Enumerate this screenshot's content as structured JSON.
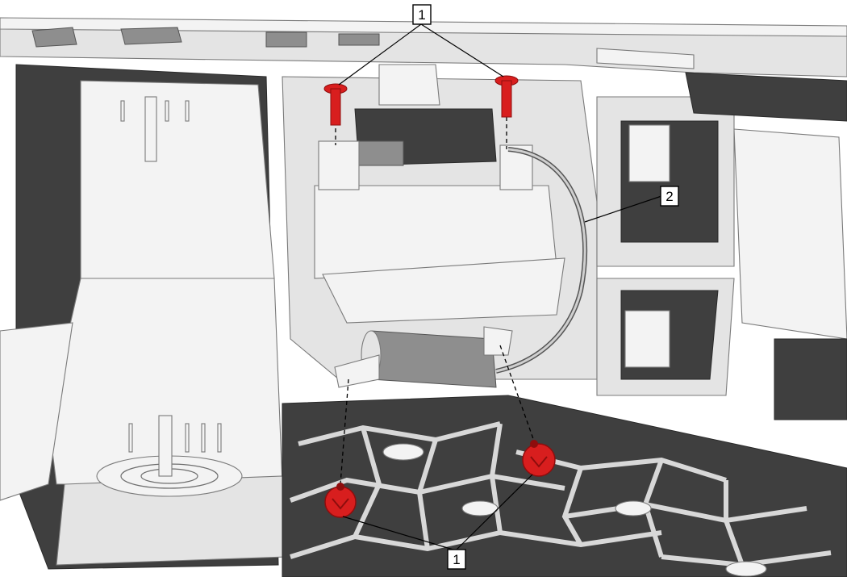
{
  "callouts": [
    {
      "label": "1"
    },
    {
      "label": "2"
    },
    {
      "label": "1"
    }
  ],
  "colors": {
    "fastener": "#d81e1e",
    "fastener_dark": "#8e0d0d",
    "housing_dark": "#3f3f3f",
    "housing_light": "#e4e4e4"
  },
  "icons": {
    "top_fasteners": "push-pin-icon",
    "bottom_fasteners": "bolt-head-icon"
  }
}
